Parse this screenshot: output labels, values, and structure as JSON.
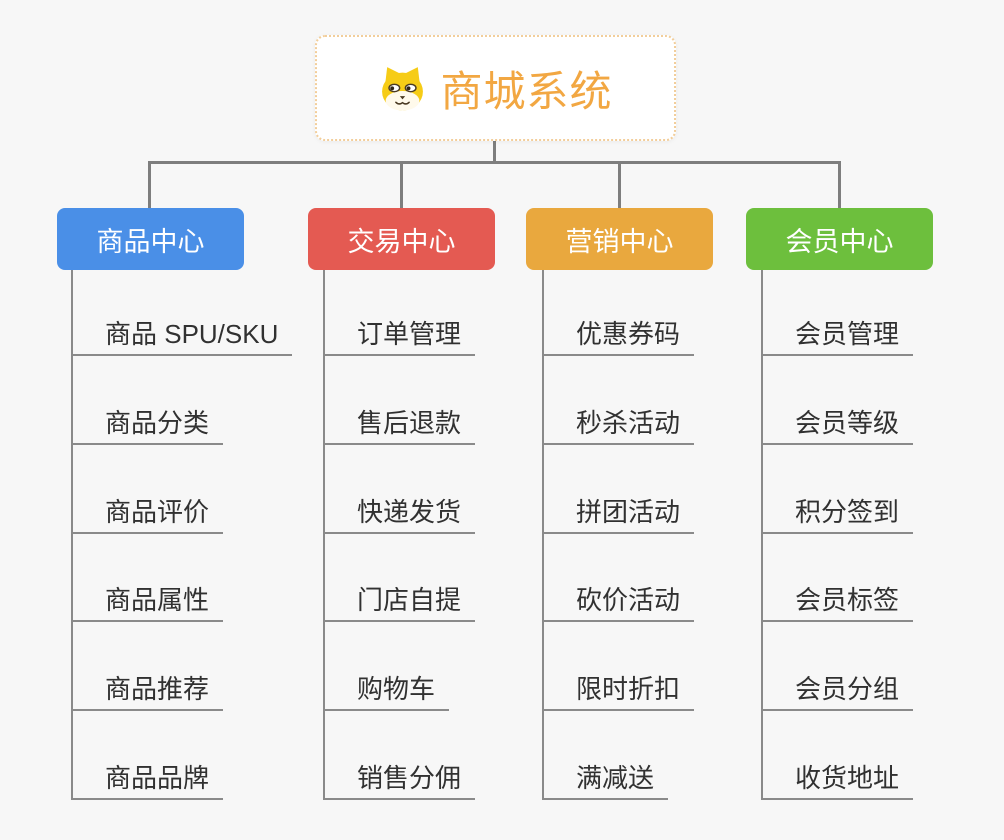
{
  "page": {
    "background_color": "#f7f7f7",
    "connector_color": "#7e7e7e"
  },
  "root": {
    "title": "商城系统",
    "icon": "doge-icon",
    "accent_color": "#f2a742",
    "border_color": "#f2ce9b"
  },
  "branches": [
    {
      "label": "商品中心",
      "color": "#4a8fe7",
      "children": [
        "商品 SPU/SKU",
        "商品分类",
        "商品评价",
        "商品属性",
        "商品推荐",
        "商品品牌"
      ]
    },
    {
      "label": "交易中心",
      "color": "#e45a52",
      "children": [
        "订单管理",
        "售后退款",
        "快递发货",
        "门店自提",
        "购物车",
        "销售分佣"
      ]
    },
    {
      "label": "营销中心",
      "color": "#e9a83e",
      "children": [
        "优惠券码",
        "秒杀活动",
        "拼团活动",
        "砍价活动",
        "限时折扣",
        "满减送"
      ]
    },
    {
      "label": "会员中心",
      "color": "#6dbf3d",
      "children": [
        "会员管理",
        "会员等级",
        "积分签到",
        "会员标签",
        "会员分组",
        "收货地址"
      ]
    }
  ]
}
